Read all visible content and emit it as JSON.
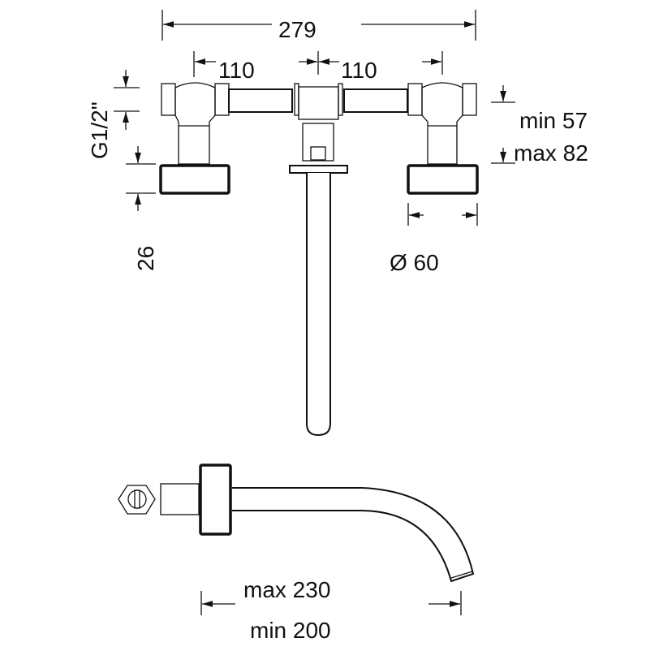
{
  "dimensions": {
    "overall_width": "279",
    "left_spacing": "110",
    "right_spacing": "110",
    "thread": "G1/2\"",
    "rosette_depth": "26",
    "wall_min": "min 57",
    "wall_max": "max 82",
    "rosette_diameter": "Ø 60",
    "spout_max": "max 230",
    "spout_min": "min 200"
  },
  "colors": {
    "line": "#111111",
    "background": "#ffffff"
  }
}
